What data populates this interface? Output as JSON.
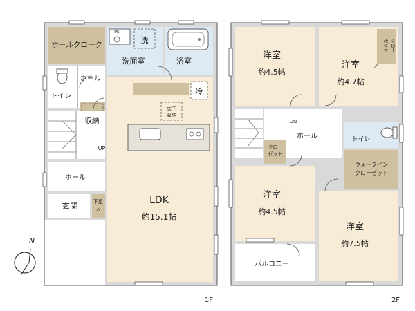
{
  "floor1": {
    "label": "1F",
    "rooms": {
      "hall_cloak": "ホールクローク",
      "wash": "洗",
      "ps": "PS",
      "washroom": "洗面室",
      "bathroom": "浴室",
      "hall_upper": "ホール",
      "toilet": "トイレ",
      "storage": "収納",
      "fridge": "冷",
      "underfloor_storage_1": "床下",
      "underfloor_storage_2": "収納",
      "up": "UP",
      "hall_lower": "ホール",
      "entrance": "玄関",
      "shoe_storage_1": "下足",
      "shoe_storage_2": "入",
      "ldk": "LDK",
      "ldk_size": "約15.1帖"
    }
  },
  "floor2": {
    "label": "2F",
    "rooms": {
      "western_1": "洋室",
      "western_1_size": "約4.5帖",
      "western_2": "洋室",
      "western_2_size": "約4.7帖",
      "closet_small_1": "クロー",
      "closet_small_2": "ゼット",
      "dn": "DN",
      "hall": "ホール",
      "toilet": "トイレ",
      "closet_1": "クロー",
      "closet_2": "ゼット",
      "walkin_1": "ウォークイン",
      "walkin_2": "クローゼット",
      "western_3": "洋室",
      "western_3_size": "約4.5帖",
      "western_4": "洋室",
      "western_4_size": "約7.5帖",
      "balcony": "バルコニー"
    }
  },
  "compass": {
    "label": "N"
  }
}
